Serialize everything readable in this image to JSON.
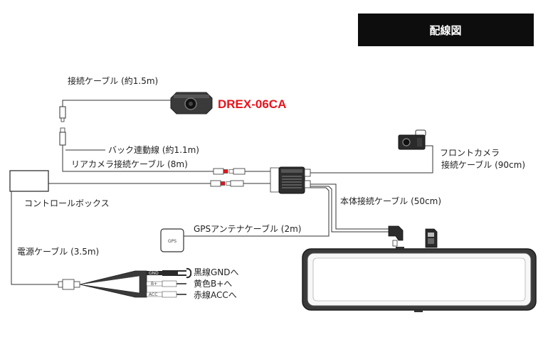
{
  "title": "配線図",
  "colors": {
    "title_bg": "#0d0d0d",
    "model_red": "#e8141c",
    "line": "#333333",
    "device": "#2a2a2a"
  },
  "labels": {
    "rear_cable_top": "接続ケーブル (約1.5m)",
    "model": "DREX-06CA",
    "back_link": "バック連動線 (約1.1m)",
    "rear_camera_cable": "リアカメラ接続ケーブル (8m)",
    "control_box": "コントロールボックス",
    "front_camera_1": "フロントカメラ",
    "front_camera_2": "接続ケーブル (90cm)",
    "main_cable": "本体接続ケーブル (50cm)",
    "gps": "GPSアンテナケーブル (2m)",
    "gps_module": "GPS",
    "power": "電源ケーブル (3.5m)",
    "gnd": "黒線GNDへ",
    "bplus": "黄色B+へ",
    "acc": "赤線ACCへ",
    "wire_gnd": "GND",
    "wire_b": "B+",
    "wire_acc": "ACC"
  }
}
